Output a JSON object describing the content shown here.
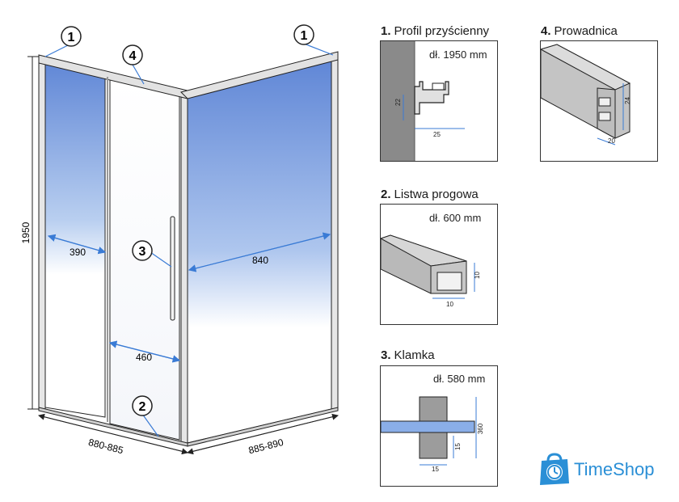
{
  "main_diagram": {
    "callouts": {
      "c1_left": "1",
      "c1_right": "1",
      "c4": "4",
      "c3": "3",
      "c2": "2"
    },
    "dimensions": {
      "height": "1950",
      "door_opening": "390",
      "fixed_panel": "840",
      "door_width": "460",
      "front_width": "880-885",
      "side_width": "885-890"
    }
  },
  "panels": [
    {
      "number": "1.",
      "title": "Profil przyścienny",
      "length": "dł. 1950 mm",
      "dims": [
        "22",
        "25"
      ]
    },
    {
      "number": "4.",
      "title": "Prowadnica",
      "length": "",
      "dims": [
        "24",
        "20"
      ]
    },
    {
      "number": "2.",
      "title": "Listwa progowa",
      "length": "dł. 600 mm",
      "dims": [
        "10",
        "10"
      ]
    },
    {
      "number": "3.",
      "title": "Klamka",
      "length": "dł. 580 mm",
      "dims": [
        "360",
        "15",
        "15"
      ]
    }
  ],
  "brand": {
    "name": "TimeShop",
    "color": "#2a8fd6"
  }
}
